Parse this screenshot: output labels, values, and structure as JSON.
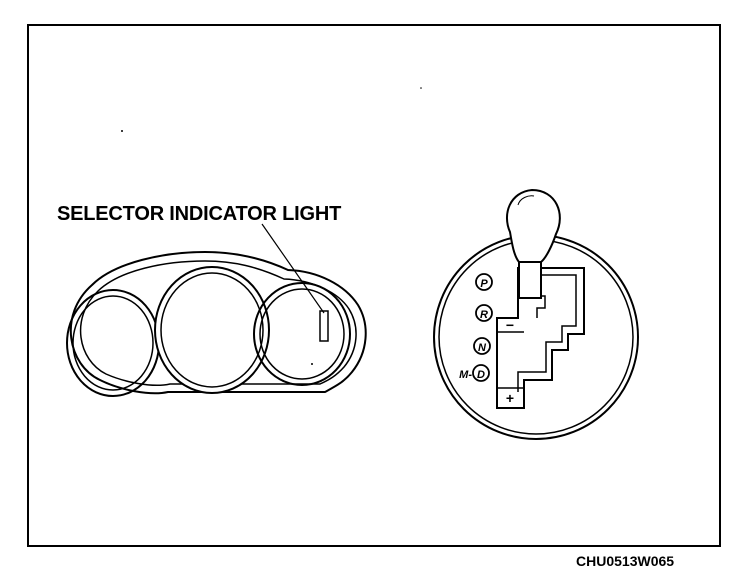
{
  "callout": {
    "label": "SELECTOR INDICATOR LIGHT"
  },
  "figure_code": "CHU0513W065",
  "shifter": {
    "positions": [
      {
        "letter": "P",
        "prefix": ""
      },
      {
        "letter": "R",
        "prefix": ""
      },
      {
        "letter": "N",
        "prefix": ""
      },
      {
        "letter": "D",
        "prefix": "M-"
      }
    ],
    "minus_symbol": "−",
    "plus_symbol": "+"
  }
}
